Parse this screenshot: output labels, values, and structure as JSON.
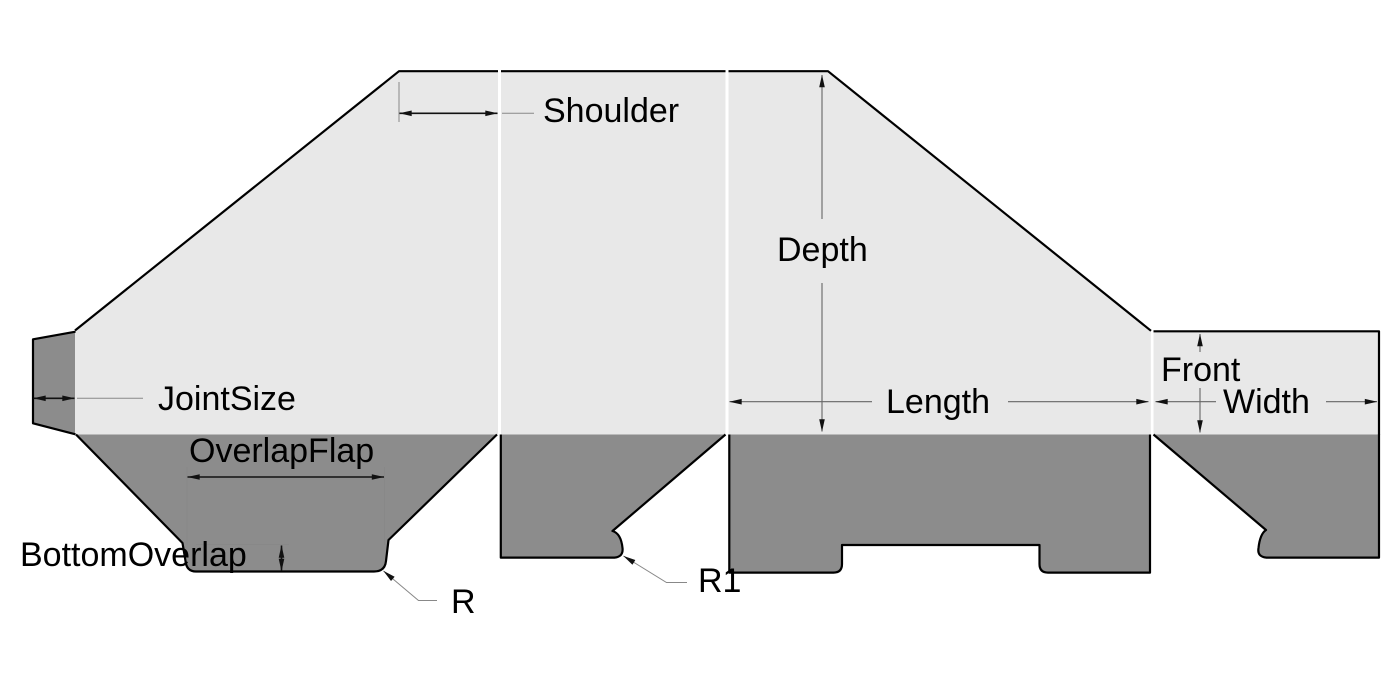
{
  "diagram": {
    "kind": "box-dieline-parameter-drawing",
    "labels": {
      "shoulder": "Shoulder",
      "depth": "Depth",
      "joint_size": "JointSize",
      "overlap_flap": "OverlapFlap",
      "bottom_overlap": "BottomOverlap",
      "radius_r": "R",
      "radius_r1": "R1",
      "length": "Length",
      "front": "Front",
      "width": "Width"
    },
    "colors": {
      "panel_fill": "#e8e8e8",
      "flap_fill": "#8c8c8c",
      "outline": "#000000",
      "dimension_line": "#111111",
      "thin_dimension_line": "#666666",
      "leader_line": "#888888",
      "label_text": "#000000",
      "background": "#ffffff"
    }
  }
}
